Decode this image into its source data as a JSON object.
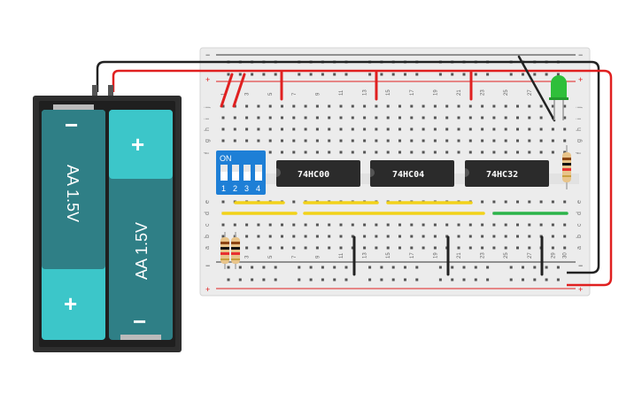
{
  "battery_pack": {
    "cells": [
      {
        "label": "AA 1.5V",
        "top_sign": "−",
        "bottom_sign": "+"
      },
      {
        "label": "AA 1.5V",
        "top_sign": "+",
        "bottom_sign": "−"
      }
    ]
  },
  "breadboard": {
    "rail_signs": {
      "minus": "−",
      "plus": "+"
    },
    "rows_top": [
      "j",
      "i",
      "h",
      "g",
      "f"
    ],
    "rows_bottom": [
      "e",
      "d",
      "c",
      "b",
      "a"
    ],
    "column_numbers": [
      "1",
      "",
      "3",
      "",
      "5",
      "",
      "7",
      "",
      "9",
      "",
      "11",
      "",
      "13",
      "",
      "15",
      "",
      "17",
      "",
      "19",
      "",
      "21",
      "",
      "23",
      "",
      "25",
      "",
      "27",
      "",
      "29",
      "30"
    ]
  },
  "dip_switch": {
    "on_label": "ON",
    "switch_numbers": [
      "1",
      "2",
      "3",
      "4"
    ]
  },
  "chips": [
    {
      "label": "74HC00"
    },
    {
      "label": "74HC04"
    },
    {
      "label": "74HC32"
    }
  ],
  "colors": {
    "wire_red": "#e02020",
    "wire_black": "#222222",
    "wire_yellow": "#f2d21a",
    "wire_green": "#2cb34a",
    "led_green": "#2fbf3a",
    "chip_body": "#2b2b2b",
    "dip_body": "#1e7fd6",
    "battery_teal": "#2f7f86",
    "battery_cyan": "#3cc6c9",
    "board": "#eeeeee"
  }
}
